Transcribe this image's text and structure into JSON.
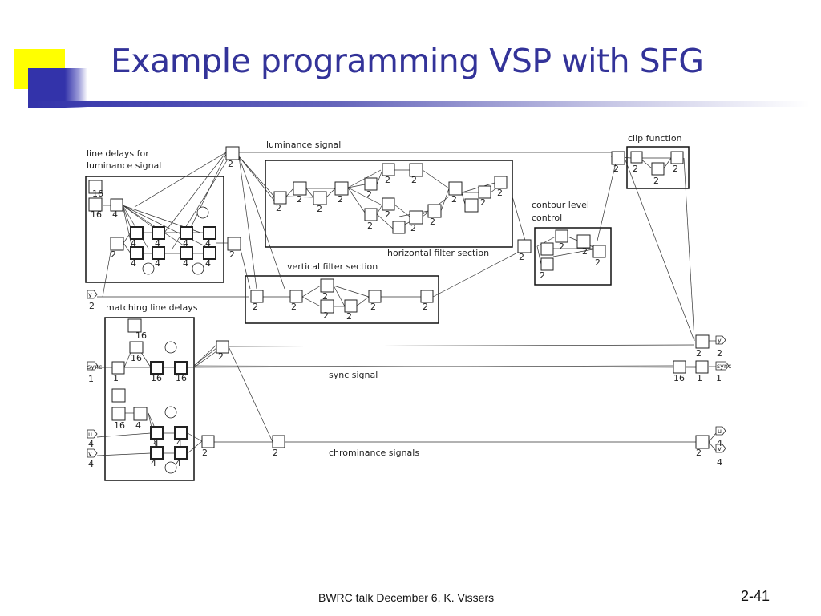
{
  "slide": {
    "title": "Example programming VSP with SFG",
    "footer": "BWRC talk December 6,  K. Vissers",
    "page_number": "2-41"
  },
  "diagram": {
    "labels": {
      "line_delays_1": "line delays for",
      "line_delays_2": "luminance signal",
      "luminance_signal": "luminance signal",
      "clip_function": "clip function",
      "horizontal_filter": "horizontal filter section",
      "contour_1": "contour level",
      "contour_2": "control",
      "vertical_filter": "vertical filter section",
      "matching_line_delays": "matching line delays",
      "sync_signal": "sync signal",
      "chrominance_signals": "chrominance signals"
    },
    "ports": {
      "y_in": "y",
      "sync_in": "sync",
      "u_in": "u",
      "v_in": "v",
      "y_out": "y",
      "sync_out": "sync",
      "u_out": "u",
      "v_out": "v"
    }
  },
  "colors": {
    "title": "#333399",
    "accent_yellow": "#ffff00",
    "accent_blue": "#3333aa",
    "diagram_line": "#222222"
  }
}
